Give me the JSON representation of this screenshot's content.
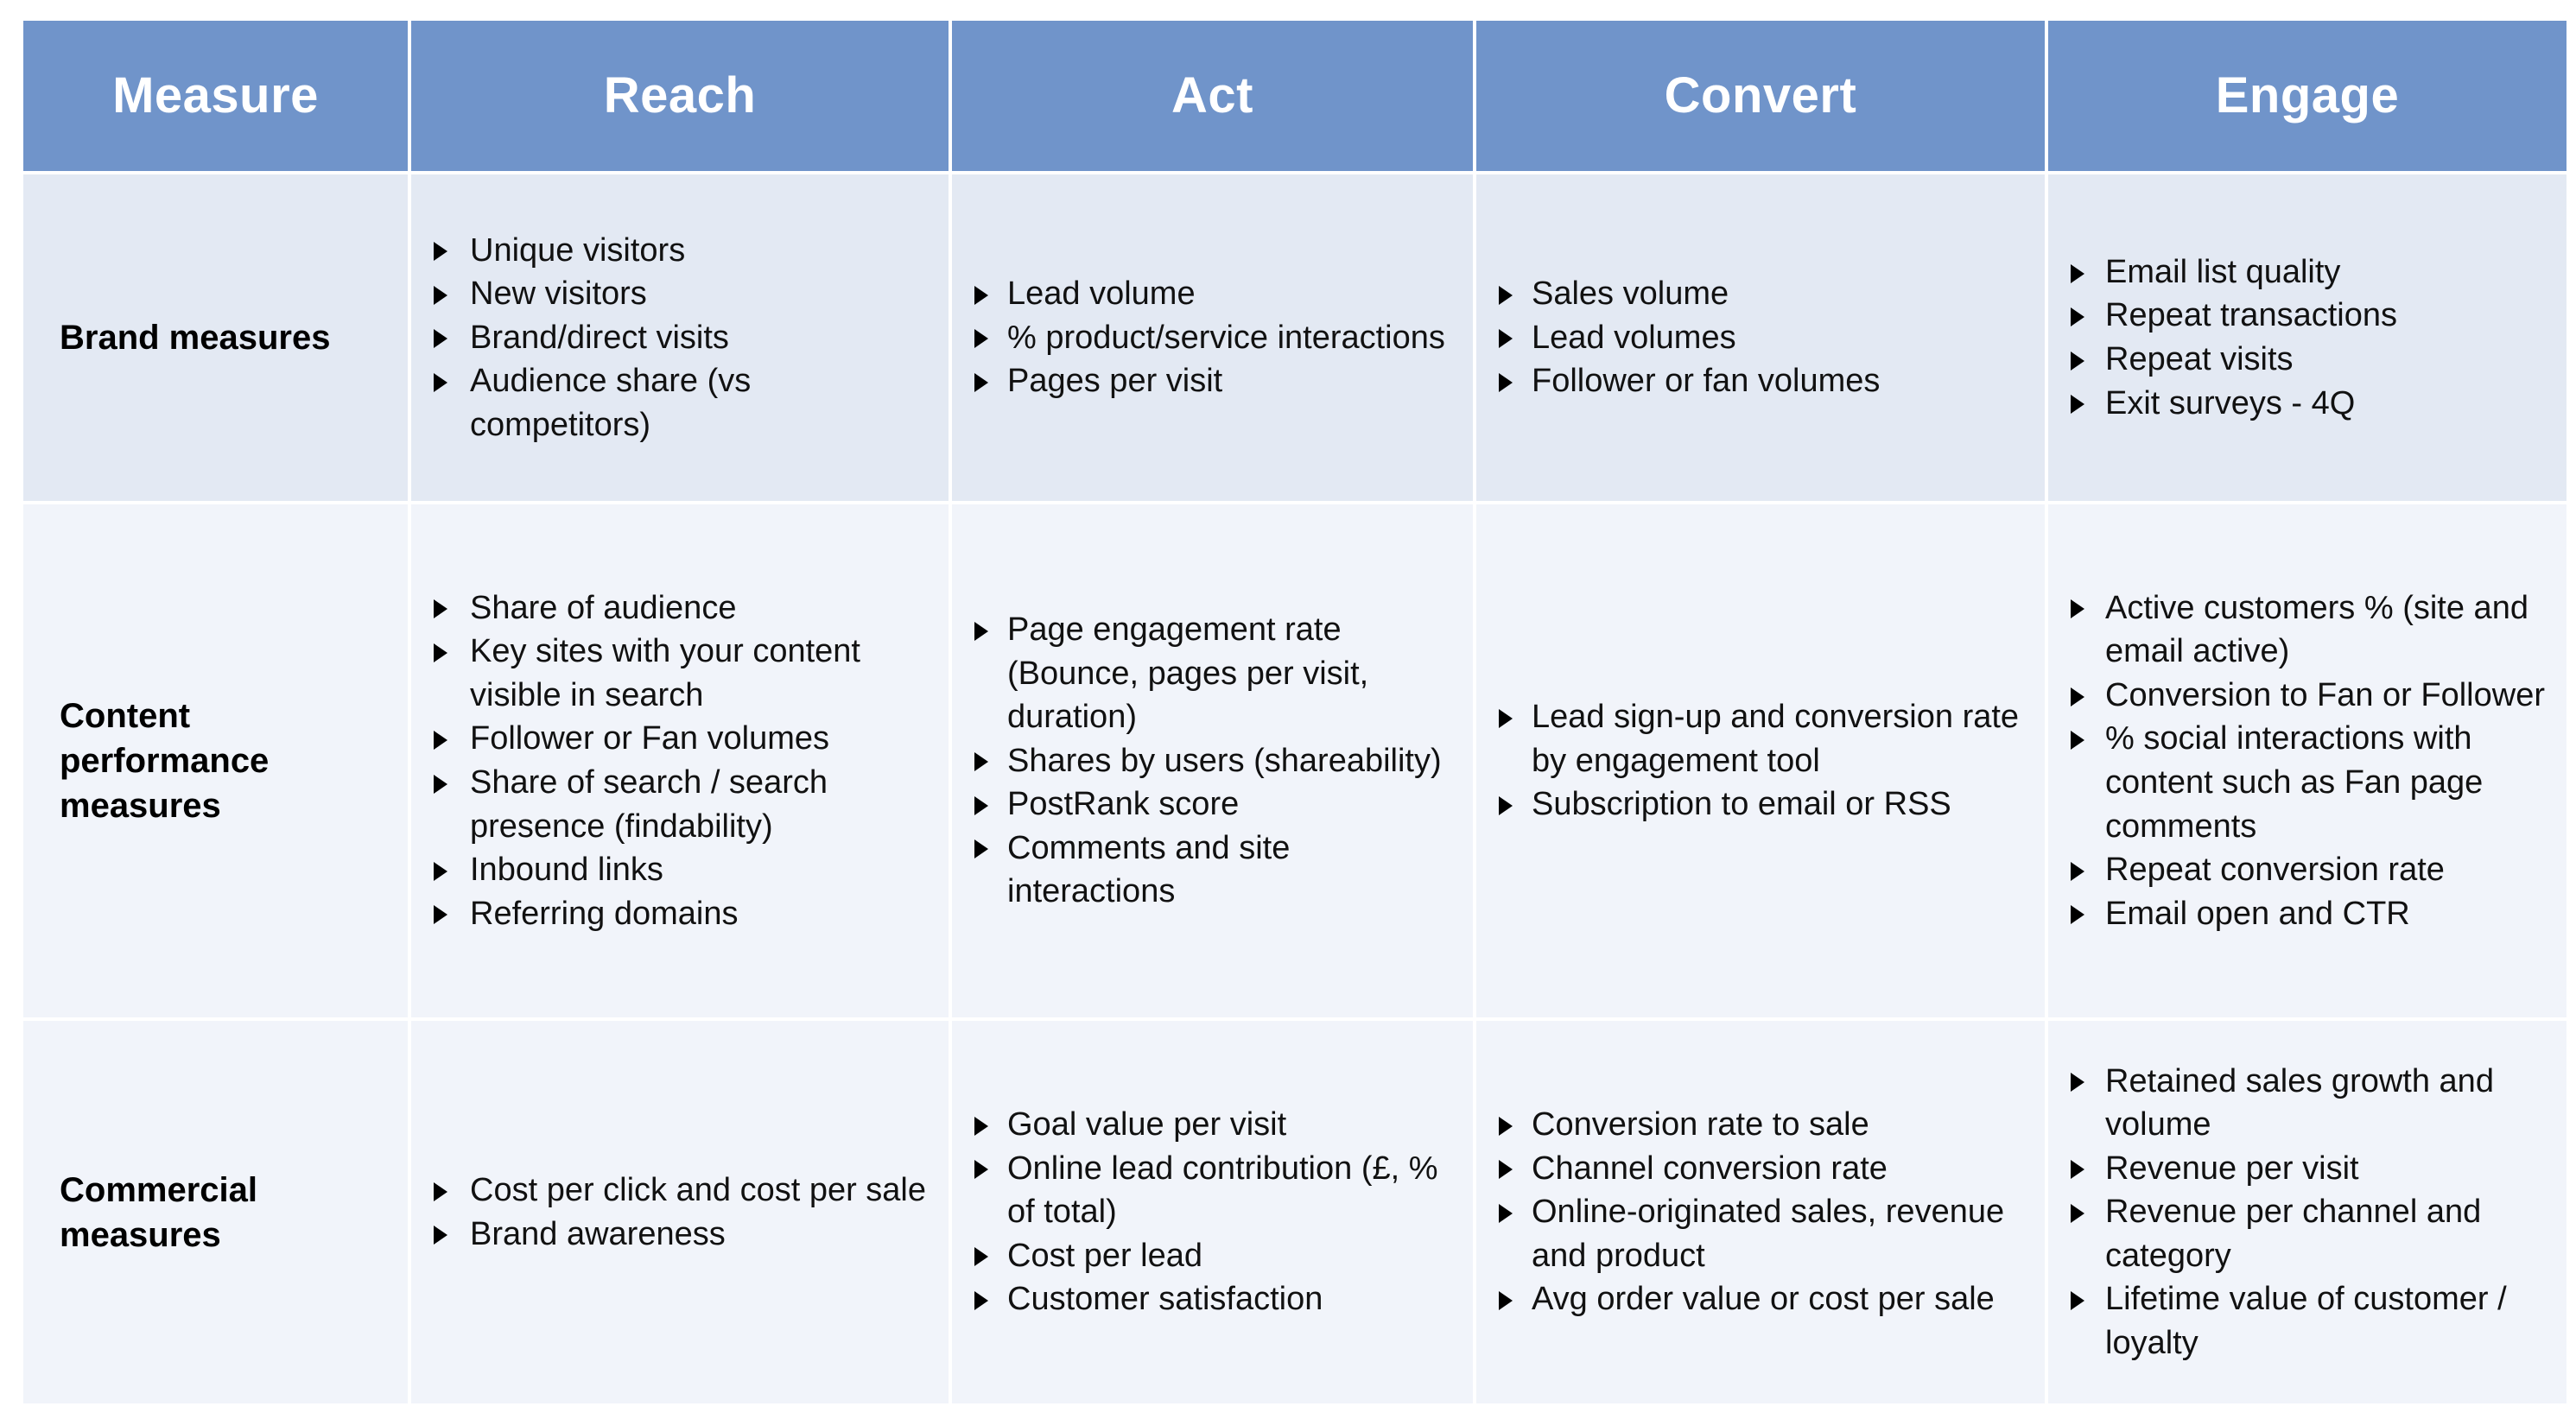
{
  "table": {
    "colors": {
      "header_bg": "#7094ca",
      "header_text": "#ffffff",
      "row_band_a": "#e3e9f3",
      "row_band_b": "#f1f4fa",
      "body_text": "#111111",
      "bullet": "#000000",
      "page_bg": "#ffffff"
    },
    "bullet_glyph": "triangle-right",
    "headers": [
      "Measure",
      "Reach",
      "Act",
      "Convert",
      "Engage"
    ],
    "rows": [
      {
        "label": "Brand measures",
        "reach": [
          "Unique visitors",
          "New visitors",
          "Brand/direct visits",
          "Audience share (vs competitors)"
        ],
        "act": [
          "Lead volume",
          "% product/service interactions",
          "Pages per visit"
        ],
        "convert": [
          "Sales volume",
          "Lead volumes",
          "Follower or fan volumes"
        ],
        "engage": [
          "Email list quality",
          "Repeat transactions",
          "Repeat visits",
          "Exit surveys - 4Q"
        ]
      },
      {
        "label": "Content performance measures",
        "reach": [
          "Share of audience",
          "Key sites with your content visible in search",
          "Follower or Fan volumes",
          "Share of search / search presence (findability)",
          "Inbound links",
          "Referring domains"
        ],
        "act": [
          "Page engagement rate (Bounce, pages per visit, duration)",
          "Shares by users (shareability)",
          "PostRank score",
          "Comments and site interactions"
        ],
        "convert": [
          "Lead sign-up and conversion rate by engagement tool",
          "Subscription to email or RSS"
        ],
        "engage": [
          "Active customers % (site and email active)",
          "Conversion to Fan or Follower",
          "% social interactions with content such as Fan page comments",
          "Repeat conversion rate",
          "Email open and CTR"
        ]
      },
      {
        "label": "Commercial measures",
        "reach": [
          "Cost per click and cost per sale",
          "Brand awareness"
        ],
        "act": [
          "Goal value per visit",
          "Online lead contribution (£, % of total)",
          "Cost per lead",
          "Customer satisfaction"
        ],
        "convert": [
          "Conversion rate to sale",
          "Channel conversion rate",
          "Online-originated sales, revenue and product",
          "Avg order value or cost per sale"
        ],
        "engage": [
          "Retained sales growth and volume",
          "Revenue per visit",
          "Revenue per channel and category",
          "Lifetime value of customer / loyalty"
        ]
      }
    ]
  }
}
